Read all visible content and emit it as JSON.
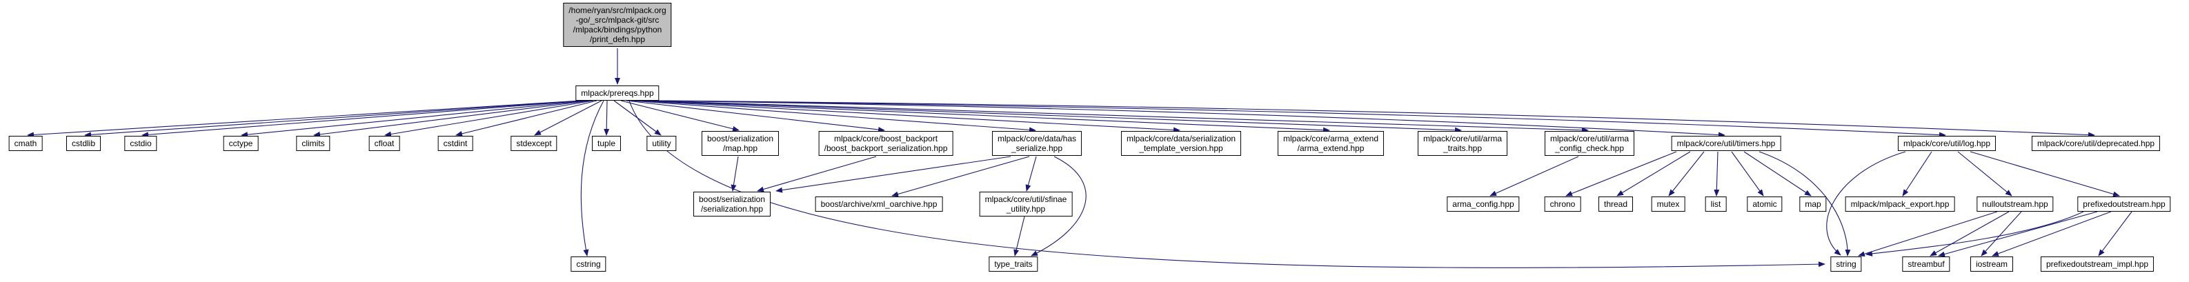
{
  "colors": {
    "edge": "#191970",
    "highlight_fill": "#bfbfbf",
    "node_fill": "#ffffff",
    "node_border": "#000000"
  },
  "nodes": {
    "print_defn": "/home/ryan/src/mlpack.org\n-go/_src/mlpack-git/src\n/mlpack/bindings/python\n/print_defn.hpp",
    "prereqs": "mlpack/prereqs.hpp",
    "cmath": "cmath",
    "cstdlib": "cstdlib",
    "cstdio": "cstdio",
    "cctype": "cctype",
    "climits": "climits",
    "cfloat": "cfloat",
    "cstdint": "cstdint",
    "stdexcept": "stdexcept",
    "tuple": "tuple",
    "utility": "utility",
    "boost_serialization_map": "boost/serialization\n/map.hpp",
    "boost_backport_serialization": "mlpack/core/boost_backport\n/boost_backport_serialization.hpp",
    "has_serialize": "mlpack/core/data/has\n_serialize.hpp",
    "serialization_template_version": "mlpack/core/data/serialization\n_template_version.hpp",
    "arma_extend": "mlpack/core/arma_extend\n/arma_extend.hpp",
    "arma_traits": "mlpack/core/util/arma\n_traits.hpp",
    "arma_config_check": "mlpack/core/util/arma\n_config_check.hpp",
    "timers": "mlpack/core/util/timers.hpp",
    "log": "mlpack/core/util/log.hpp",
    "deprecated": "mlpack/core/util/deprecated.hpp",
    "boost_serialization": "boost/serialization\n/serialization.hpp",
    "xml_oarchive": "boost/archive/xml_oarchive.hpp",
    "sfinae_utility": "mlpack/core/util/sfinae\n_utility.hpp",
    "arma_config": "arma_config.hpp",
    "chrono": "chrono",
    "thread": "thread",
    "mutex": "mutex",
    "list": "list",
    "atomic": "atomic",
    "map": "map",
    "mlpack_export": "mlpack/mlpack_export.hpp",
    "nulloutstream": "nulloutstream.hpp",
    "prefixedoutstream": "prefixedoutstream.hpp",
    "cstring": "cstring",
    "type_traits": "type_traits",
    "string": "string",
    "streambuf": "streambuf",
    "iostream": "iostream",
    "prefixedoutstream_impl": "prefixedoutstream_impl.hpp"
  },
  "edges": [
    [
      "print_defn",
      "prereqs"
    ],
    [
      "prereqs",
      "cmath"
    ],
    [
      "prereqs",
      "cstdlib"
    ],
    [
      "prereqs",
      "cstdio"
    ],
    [
      "prereqs",
      "cctype"
    ],
    [
      "prereqs",
      "climits"
    ],
    [
      "prereqs",
      "cfloat"
    ],
    [
      "prereqs",
      "cstdint"
    ],
    [
      "prereqs",
      "stdexcept"
    ],
    [
      "prereqs",
      "tuple"
    ],
    [
      "prereqs",
      "utility"
    ],
    [
      "prereqs",
      "boost_serialization_map"
    ],
    [
      "prereqs",
      "boost_backport_serialization"
    ],
    [
      "prereqs",
      "has_serialize"
    ],
    [
      "prereqs",
      "serialization_template_version"
    ],
    [
      "prereqs",
      "arma_extend"
    ],
    [
      "prereqs",
      "arma_traits"
    ],
    [
      "prereqs",
      "arma_config_check"
    ],
    [
      "prereqs",
      "timers"
    ],
    [
      "prereqs",
      "log"
    ],
    [
      "prereqs",
      "deprecated"
    ],
    [
      "prereqs",
      "cstring"
    ],
    [
      "prereqs",
      "string"
    ],
    [
      "boost_serialization_map",
      "boost_serialization"
    ],
    [
      "boost_backport_serialization",
      "boost_serialization"
    ],
    [
      "has_serialize",
      "boost_serialization"
    ],
    [
      "has_serialize",
      "xml_oarchive"
    ],
    [
      "has_serialize",
      "sfinae_utility"
    ],
    [
      "has_serialize",
      "type_traits"
    ],
    [
      "sfinae_utility",
      "type_traits"
    ],
    [
      "arma_config_check",
      "arma_config"
    ],
    [
      "timers",
      "chrono"
    ],
    [
      "timers",
      "thread"
    ],
    [
      "timers",
      "mutex"
    ],
    [
      "timers",
      "list"
    ],
    [
      "timers",
      "atomic"
    ],
    [
      "timers",
      "map"
    ],
    [
      "timers",
      "string"
    ],
    [
      "log",
      "mlpack_export"
    ],
    [
      "log",
      "nulloutstream"
    ],
    [
      "log",
      "prefixedoutstream"
    ],
    [
      "log",
      "string"
    ],
    [
      "nulloutstream",
      "string"
    ],
    [
      "nulloutstream",
      "streambuf"
    ],
    [
      "nulloutstream",
      "iostream"
    ],
    [
      "prefixedoutstream",
      "string"
    ],
    [
      "prefixedoutstream",
      "streambuf"
    ],
    [
      "prefixedoutstream",
      "iostream"
    ],
    [
      "prefixedoutstream",
      "prefixedoutstream_impl"
    ]
  ]
}
